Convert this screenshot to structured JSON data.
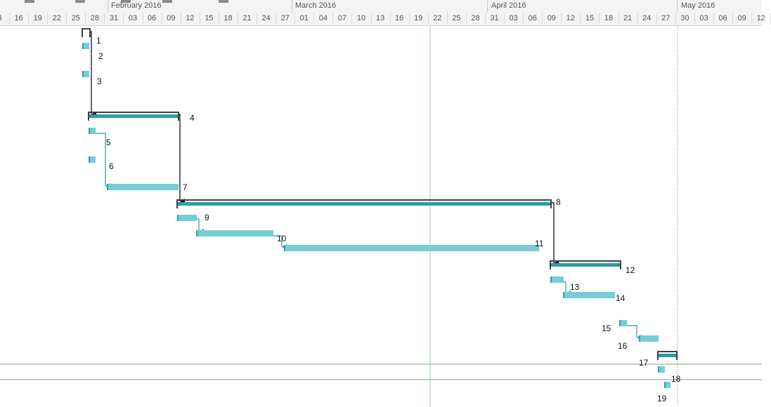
{
  "timescale": {
    "months": [
      {
        "label": "February 2016"
      },
      {
        "label": "March 2016"
      },
      {
        "label": "April 2016"
      },
      {
        "label": "May 2016"
      }
    ],
    "days": [
      "3",
      "16",
      "19",
      "22",
      "25",
      "28",
      "31",
      "03",
      "06",
      "09",
      "12",
      "15",
      "18",
      "21",
      "24",
      "27",
      "01",
      "04",
      "07",
      "10",
      "13",
      "16",
      "19",
      "22",
      "25",
      "28",
      "31",
      "03",
      "06",
      "09",
      "12",
      "15",
      "18",
      "21",
      "24",
      "27",
      "30",
      "03",
      "06",
      "09",
      "12"
    ]
  },
  "tasks": [
    {
      "id": "1",
      "kind": "summary"
    },
    {
      "id": "2",
      "kind": "task"
    },
    {
      "id": "3",
      "kind": "task"
    },
    {
      "id": "4",
      "kind": "summary"
    },
    {
      "id": "5",
      "kind": "task"
    },
    {
      "id": "6",
      "kind": "task"
    },
    {
      "id": "7",
      "kind": "task"
    },
    {
      "id": "8",
      "kind": "summary"
    },
    {
      "id": "9",
      "kind": "task"
    },
    {
      "id": "10",
      "kind": "task"
    },
    {
      "id": "11",
      "kind": "task"
    },
    {
      "id": "12",
      "kind": "summary"
    },
    {
      "id": "13",
      "kind": "task"
    },
    {
      "id": "14",
      "kind": "task"
    },
    {
      "id": "15",
      "kind": "task"
    },
    {
      "id": "16",
      "kind": "task"
    },
    {
      "id": "17",
      "kind": "summary"
    },
    {
      "id": "18",
      "kind": "task"
    },
    {
      "id": "19",
      "kind": "task"
    }
  ],
  "colors": {
    "task_fill": "#76cdd4",
    "task_edge": "#2aa3ad",
    "summary_fill": "#2a9ea7",
    "summary_bracket": "#404040",
    "link_black": "#000000",
    "link_teal": "#2899a3",
    "current_date_line": "#9fcf9f",
    "status_line": "#6c6c6c",
    "row_line": "#7faa7f"
  }
}
